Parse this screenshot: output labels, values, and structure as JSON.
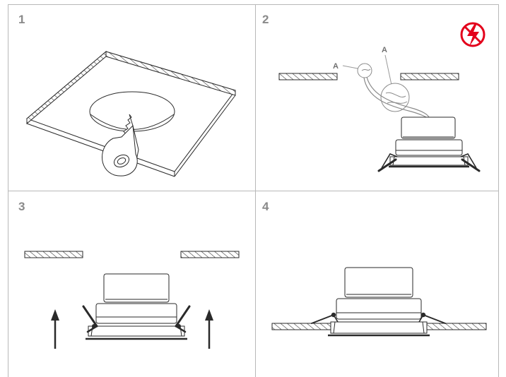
{
  "steps": [
    {
      "number": "1"
    },
    {
      "number": "2"
    },
    {
      "number": "3"
    },
    {
      "number": "4"
    }
  ],
  "step2": {
    "callout_a_left": "A",
    "callout_a_right": "A",
    "warning_icon": "power-off-lightning-icon",
    "warning_color": "#e3001b"
  },
  "colors": {
    "grid": "#b8b8b8",
    "step_number": "#8a8a8a",
    "line": "#2a2a2a"
  }
}
